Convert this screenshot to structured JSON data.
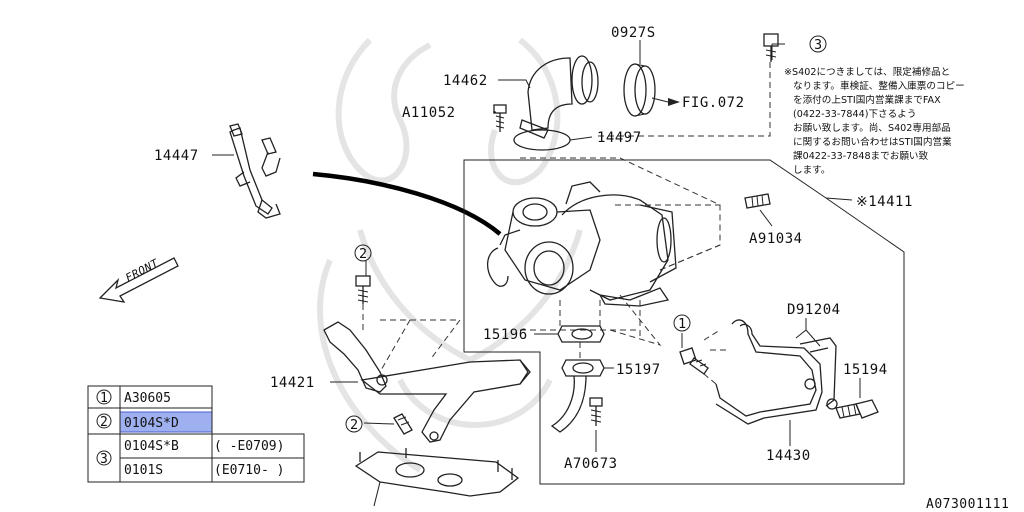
{
  "callouts": {
    "p09275": "0927S",
    "p14462": "14462",
    "p11052": "A11052",
    "p14497": "14497",
    "fig072": "FIG.072",
    "p14447": "14447",
    "p14411": "※14411",
    "p91034": "A91034",
    "p91204": "D91204",
    "p15196": "15196",
    "p15197": "15197",
    "p15194": "15194",
    "p14421": "14421",
    "p70673": "A70673",
    "p14430": "14430",
    "front": "FRONT",
    "ref3": "3",
    "ref2a": "2",
    "ref2b": "2",
    "ref1": "1"
  },
  "note_lines": [
    "※S402につきましては、限定補修品と",
    "なります。車検証、整備入庫票のコピー",
    "を添付の上STI国内営業課までFAX",
    "(0422-33-7844)下さるよう",
    "お願い致します。尚、S402専用部品",
    "に関するお問い合わせはSTI国内営業",
    "課0422-33-7848までお願い致",
    "します。"
  ],
  "legend": {
    "rows": [
      {
        "num": "1",
        "parts": [
          {
            "code": "A30605",
            "range": ""
          }
        ]
      },
      {
        "num": "2",
        "parts": [
          {
            "code": "0104S*D",
            "range": "",
            "selected": true
          }
        ]
      },
      {
        "num": "3",
        "parts": [
          {
            "code": "0104S*B",
            "range": "( -E0709)"
          },
          {
            "code": "0101S",
            "range": "(E0710- )"
          }
        ]
      }
    ]
  },
  "diagram_id": "A073001111"
}
